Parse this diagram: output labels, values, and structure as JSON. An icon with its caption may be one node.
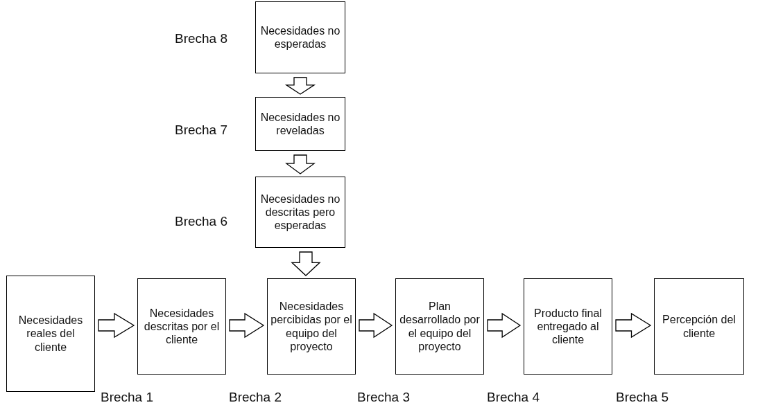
{
  "diagram": {
    "nodes": [
      {
        "text": [
          "Necesidades no esperadas"
        ]
      },
      {
        "text": [
          "Necesidades no reveladas"
        ]
      },
      {
        "text": [
          "Necesidades no descritas pero esperadas"
        ]
      },
      {
        "text": [
          "Necesidades reales del cliente"
        ]
      },
      {
        "text": [
          "Necesidades descritas por el cliente"
        ]
      },
      {
        "text": [
          "Necesidades percibidas por el equipo del proyecto"
        ]
      },
      {
        "text": [
          "Plan desarrollado por el equipo del proyecto"
        ]
      },
      {
        "text": [
          "Producto final entregado al cliente"
        ]
      },
      {
        "text": [
          "Percepción del cliente"
        ]
      }
    ],
    "edges": [
      {
        "from": 0,
        "to": 1,
        "arrow": "to"
      },
      {
        "from": 1,
        "to": 2,
        "arrow": "to"
      },
      {
        "from": 2,
        "to": 5,
        "arrow": "to"
      },
      {
        "from": 3,
        "to": 4,
        "arrow": "to"
      },
      {
        "from": 4,
        "to": 5,
        "arrow": "to"
      },
      {
        "from": 5,
        "to": 6,
        "arrow": "to"
      },
      {
        "from": 6,
        "to": 7,
        "arrow": "to"
      },
      {
        "from": 7,
        "to": 8,
        "arrow": "to"
      }
    ],
    "labels": [
      "Brecha 8",
      "Brecha 7",
      "Brecha 6",
      "Brecha 1",
      "Brecha 2",
      "Brecha 3",
      "Brecha 4",
      "Brecha 5"
    ]
  }
}
